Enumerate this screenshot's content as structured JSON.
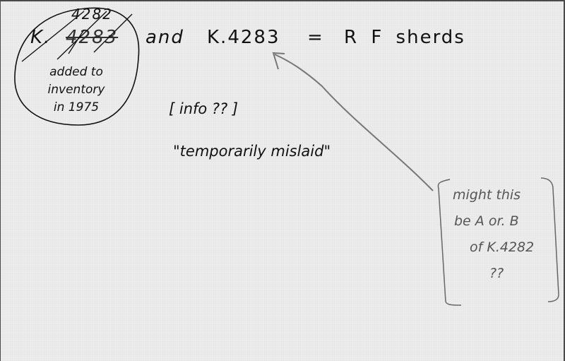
{
  "card": {
    "circled_note": {
      "catalog_number_corrected": "4282",
      "catalog_prefix": "K.",
      "catalog_number_struck": "4283",
      "lines": [
        "added to",
        "inventory",
        "in 1975"
      ]
    },
    "main_line": {
      "connector": "and",
      "catalog_number": "K.4283",
      "equals": "=",
      "description": "R F sherds"
    },
    "info_note": "[ info ?? ]",
    "quote_note": "\"temporarily mislaid\"",
    "side_note": {
      "lines": [
        "might this",
        "be A or. B",
        "of K.4282",
        "??"
      ]
    },
    "ink_colors": {
      "pen": "#111111",
      "pencil": "#555555",
      "paper": "#ececec"
    }
  }
}
